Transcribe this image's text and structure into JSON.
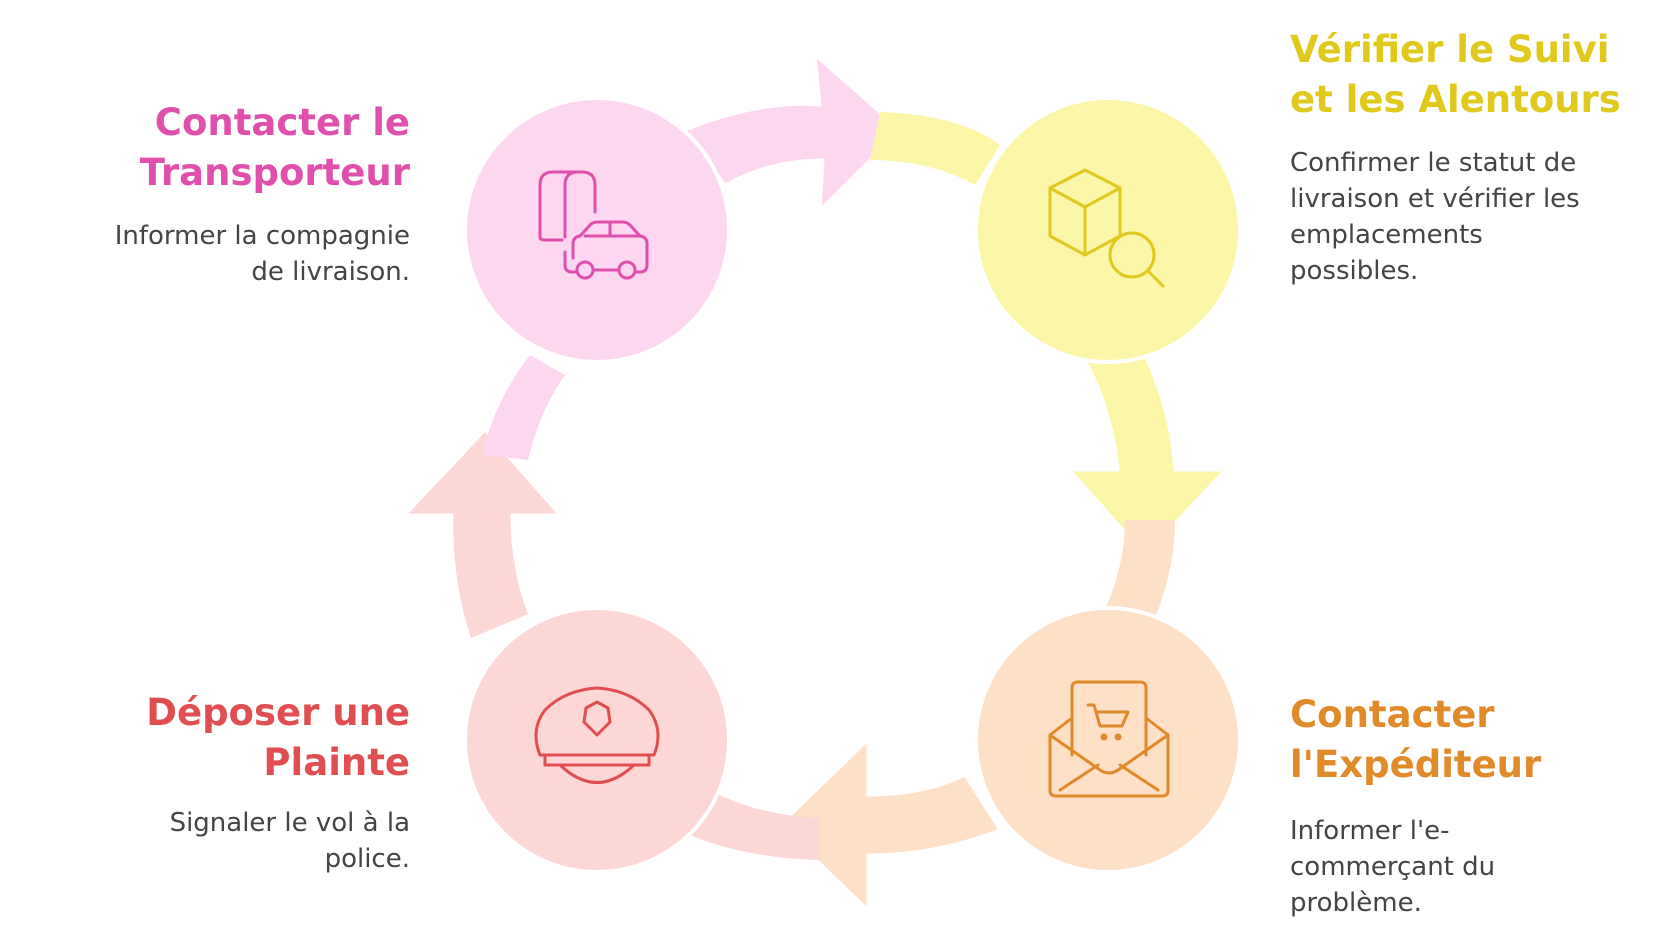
{
  "colors": {
    "pink": "#e04fab",
    "pink_fill": "#fdd7ef",
    "yellow": "#e0c91c",
    "yellow_fill": "#fcf6a8",
    "orange": "#e08a2a",
    "orange_fill": "#fde0c6",
    "red": "#e04e52",
    "red_fill": "#fcd7d5"
  },
  "steps": [
    {
      "id": "contacter-transporteur",
      "title_lines": [
        "Contacter le",
        "Transporteur"
      ],
      "desc_lines": [
        "Informer la compagnie",
        "de livraison."
      ],
      "icon": "car-icon",
      "color": "pink"
    },
    {
      "id": "verifier-suivi",
      "title_lines": [
        "Vérifier le Suivi",
        "et les Alentours"
      ],
      "desc_lines": [
        "Confirmer le statut de",
        "livraison et vérifier les",
        "emplacements",
        "possibles."
      ],
      "icon": "package-search-icon",
      "color": "yellow"
    },
    {
      "id": "contacter-expediteur",
      "title_lines": [
        "Contacter",
        "l'Expéditeur"
      ],
      "desc_lines": [
        "Informer l'e-",
        "commerçant du",
        "problème."
      ],
      "icon": "mail-cart-icon",
      "color": "orange"
    },
    {
      "id": "deposer-plainte",
      "title_lines": [
        "Déposer une",
        "Plainte"
      ],
      "desc_lines": [
        "Signaler le vol à la",
        "police."
      ],
      "icon": "police-cap-icon",
      "color": "red"
    }
  ]
}
